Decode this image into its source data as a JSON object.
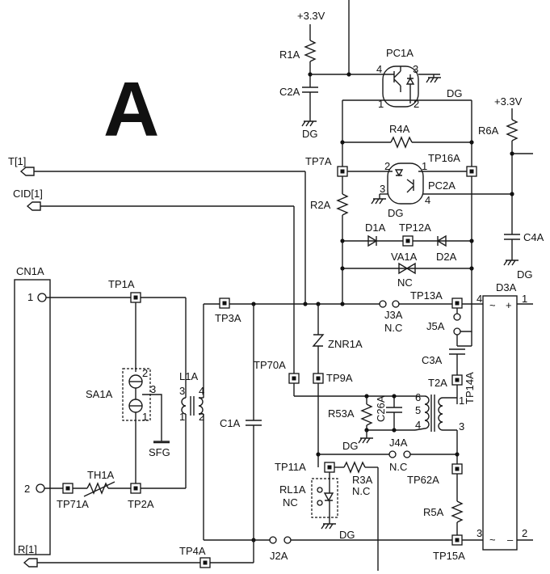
{
  "diagram": {
    "section_letter": "A",
    "labels": {
      "v33_top": "+3.3V",
      "v33_right": "+3.3V",
      "r1a": "R1A",
      "pc1a": "PC1A",
      "dg_pc1a": "DG",
      "c2a": "C2A",
      "dg_c2a": "DG",
      "pin4_pc1a": "4",
      "pin3_pc1a": "3",
      "pin1_pc1a": "1",
      "pin2_pc1a": "2",
      "r6a": "R6A",
      "r4a": "R4A",
      "tp7a": "TP7A",
      "tp16a": "TP16A",
      "pc2a": "PC2A",
      "dg_pc2a": "DG",
      "pin2_pc2a": "2",
      "pin1_pc2a": "1",
      "pin3_pc2a": "3",
      "pin4_pc2a": "4",
      "c4a": "C4A",
      "dg_c4a": "DG",
      "t1": "T[1]",
      "cid1": "CID[1]",
      "r2a": "R2A",
      "d1a": "D1A",
      "tp12a": "TP12A",
      "d2a": "D2A",
      "va1a": "VA1A",
      "nc_va1a": "NC",
      "cn1a": "CN1A",
      "tp1a": "TP1A",
      "cn1_pin1": "1",
      "tp3a": "TP3A",
      "j3a": "J3A",
      "nc_j3a": "N.C",
      "tp13a": "TP13A",
      "d3a": "D3A",
      "d3a_pin4": "4",
      "d3a_pin1": "1",
      "d3a_pin3": "3",
      "d3a_pin2": "2",
      "j5a": "J5A",
      "znr1a": "ZNR1A",
      "c3a": "C3A",
      "l1a": "L1A",
      "l1a_pin3": "3",
      "l1a_pin4": "4",
      "l1a_pin1": "1",
      "l1a_pin2": "2",
      "sa1a": "SA1A",
      "sa1a_pin2": "2",
      "sa1a_pin3": "3",
      "sa1a_pin1": "1",
      "tp70a": "TP70A",
      "tp9a": "TP9A",
      "tp14a": "TP14A",
      "t2a": "T2A",
      "t2a_pin6": "6",
      "t2a_pin5": "5",
      "t2a_pin4": "4",
      "t2a_pin1": "1",
      "t2a_pin3": "3",
      "r53a": "R53A",
      "c26a": "C26A",
      "c1a": "C1A",
      "sfg": "SFG",
      "dg_t2a": "DG",
      "j4a": "J4A",
      "nc_j4a": "N.C",
      "tp11a": "TP11A",
      "r3a": "R3A",
      "nc_r3a": "N.C",
      "tp62a": "TP62A",
      "cn1_pin2": "2",
      "th1a": "TH1A",
      "tp71a": "TP71A",
      "tp2a": "TP2A",
      "rl1a": "RL1A",
      "nc_rl1a": "NC",
      "r5a": "R5A",
      "dg_rl1a": "DG",
      "r1": "R[1]",
      "tp4a": "TP4A",
      "j2a": "J2A",
      "tp15a": "TP15A"
    }
  }
}
